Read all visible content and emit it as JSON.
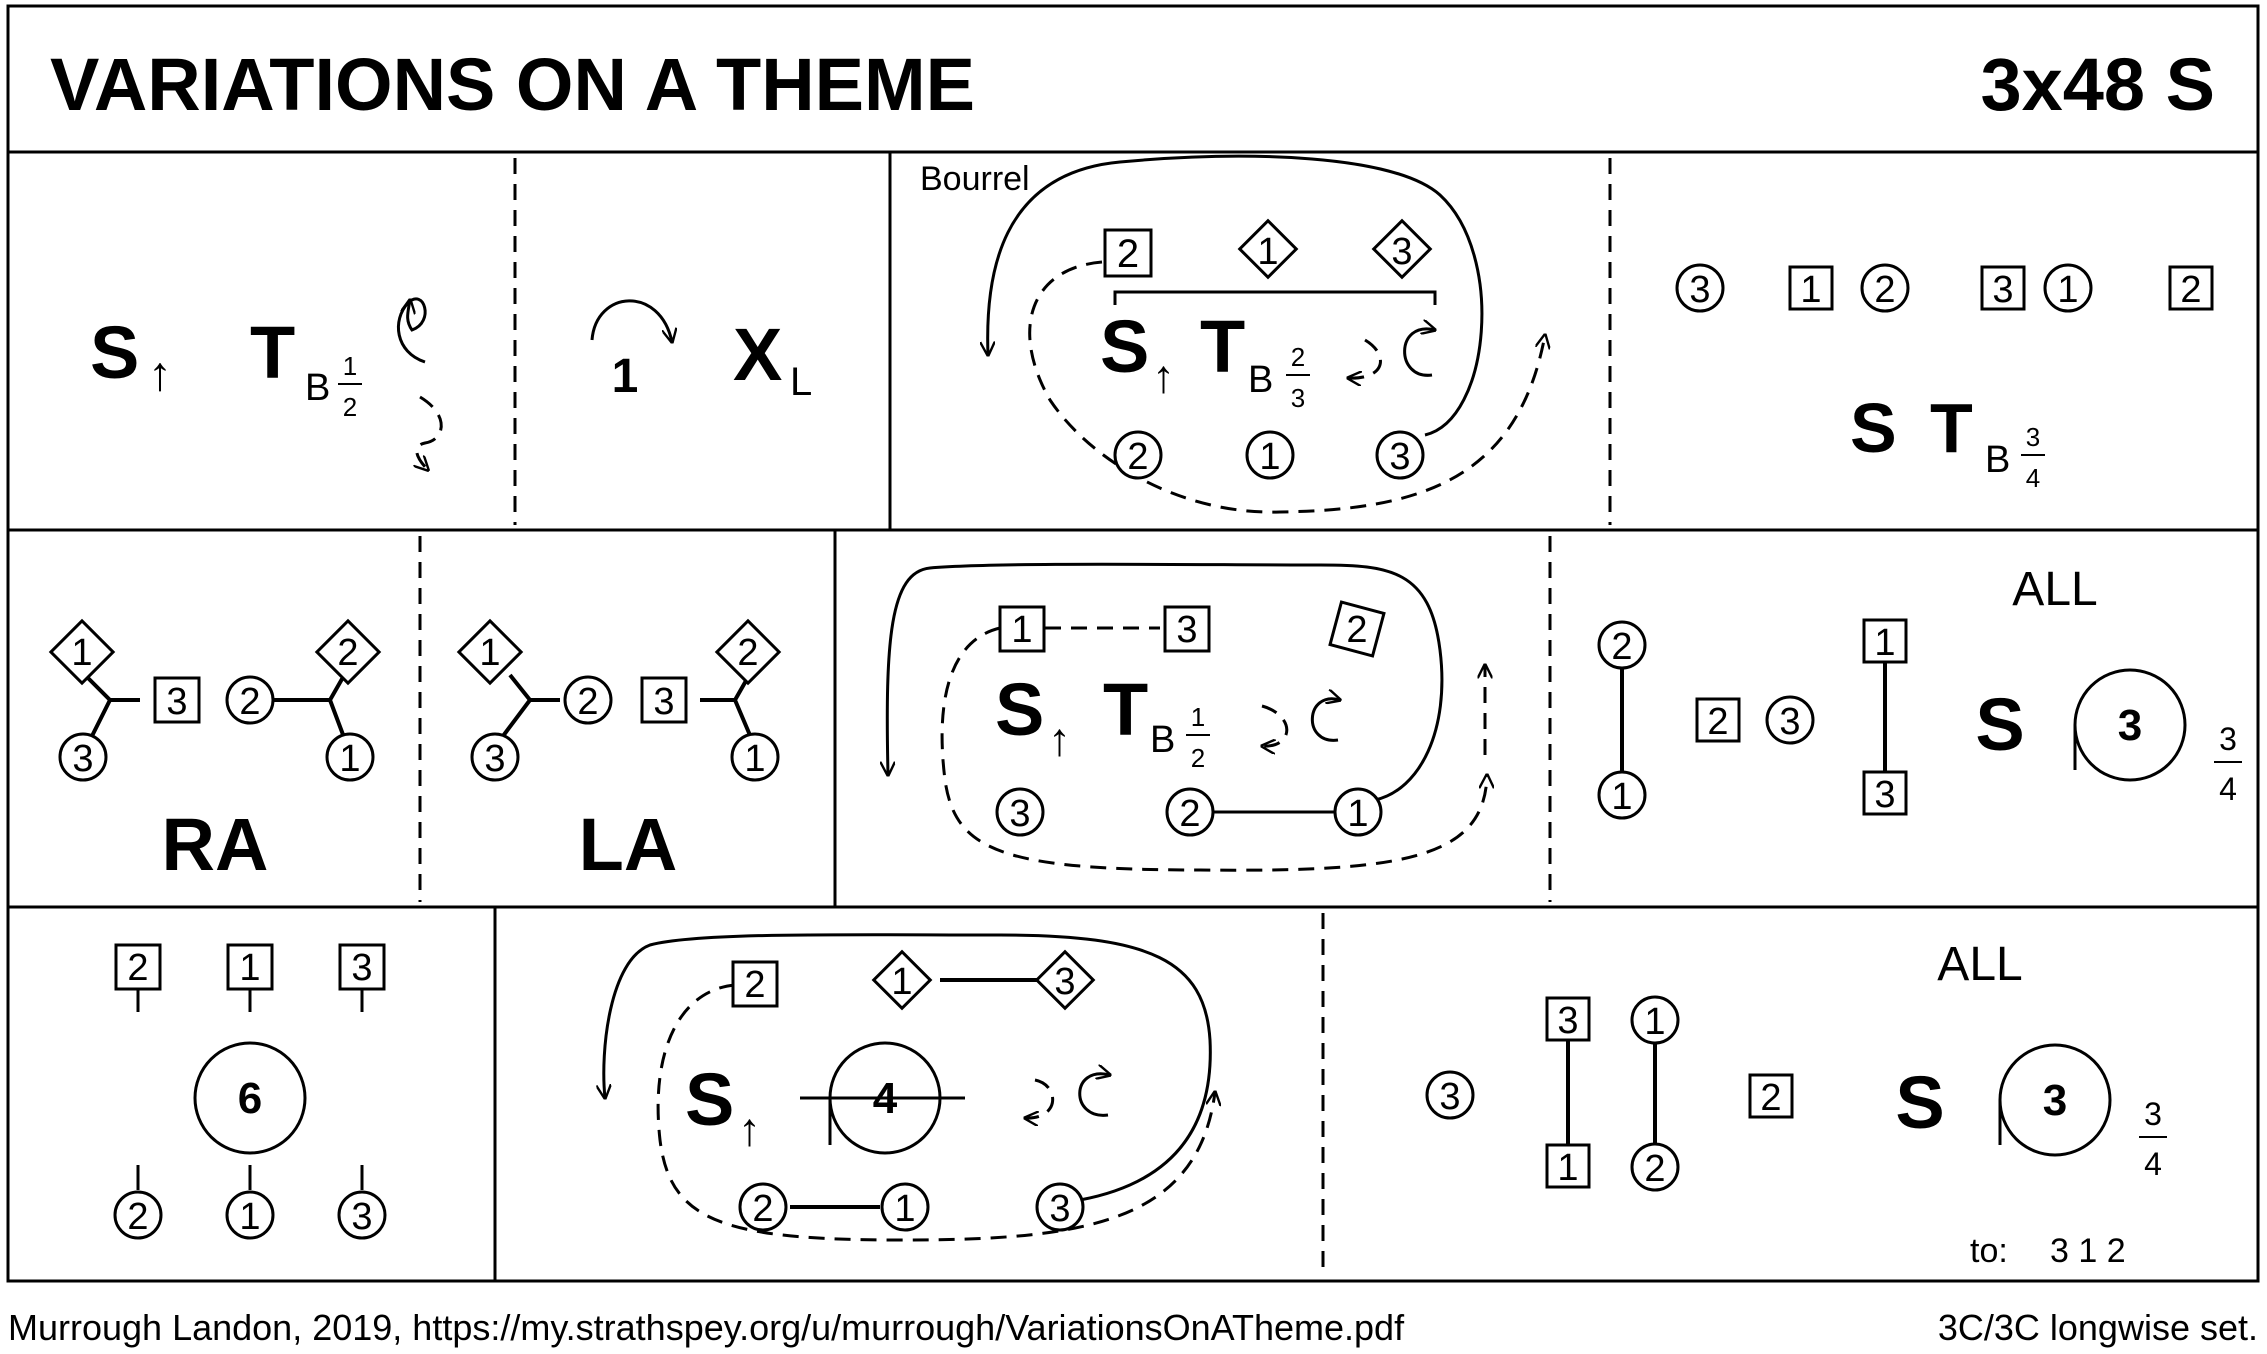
{
  "title": "VARIATIONS ON A THEME",
  "dance_type": "3x48 S",
  "footer": {
    "credit": "Murrough Landon, 2019, https://my.strathspey.org/u/murrough/VariationsOnATheme.pdf",
    "set": "3C/3C longwise set."
  },
  "glyphs": {
    "s": "S",
    "t": "T",
    "b": "B",
    "x": "X",
    "l": "L",
    "up": "↑",
    "n1": "1",
    "n2": "2",
    "n3": "3",
    "n4": "4",
    "n6": "6"
  },
  "fractions": {
    "half_num": "1",
    "half_den": "2",
    "twothirds_num": "2",
    "twothirds_den": "3",
    "threequarters_num": "3",
    "threequarters_den": "4"
  },
  "labels": {
    "bourrel": "Bourrel",
    "ra": "RA",
    "la": "LA",
    "all": "ALL",
    "to": "to:",
    "final_order": "3 1 2"
  },
  "colors": {
    "ink": "#000000",
    "paper": "#ffffff"
  }
}
